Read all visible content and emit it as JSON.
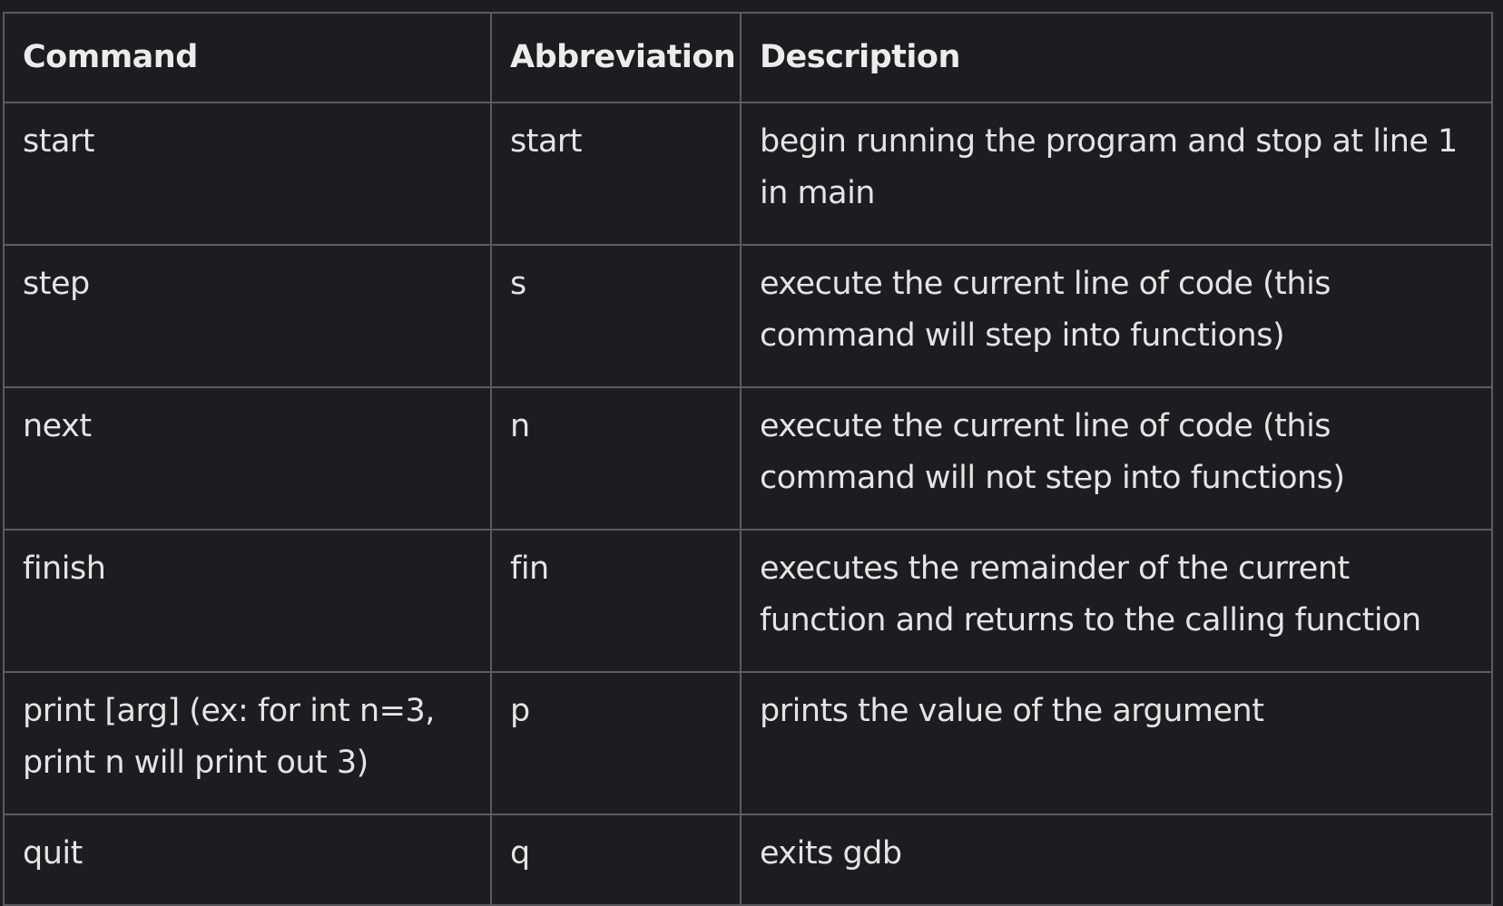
{
  "table": {
    "headers": {
      "command": "Command",
      "abbreviation": "Abbreviation",
      "description": "Description"
    },
    "rows": [
      {
        "command": "start",
        "abbreviation": "start",
        "description": "begin running the program and stop at line 1 in main"
      },
      {
        "command": "step",
        "abbreviation": "s",
        "description": "execute the current line of code (this command will step into functions)"
      },
      {
        "command": "next",
        "abbreviation": "n",
        "description": "execute the current line of code (this command will not step into functions)"
      },
      {
        "command": "finish",
        "abbreviation": "fin",
        "description": "executes the remainder of the current function and returns to the calling function"
      },
      {
        "command": "print [arg] (ex: for int n=3, print n will print out 3)",
        "abbreviation": "p",
        "description": "prints the value of the argument"
      },
      {
        "command": "quit",
        "abbreviation": "q",
        "description": "exits gdb"
      }
    ]
  }
}
